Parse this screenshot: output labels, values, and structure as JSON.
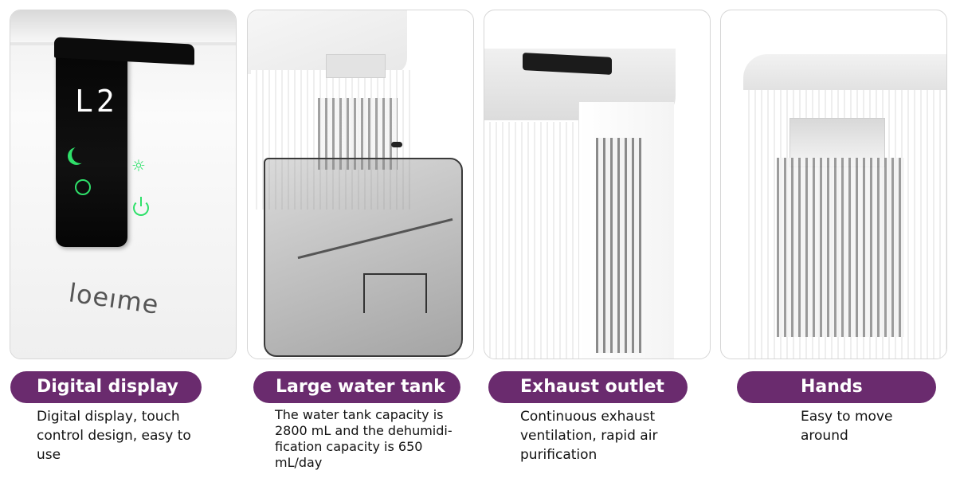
{
  "features": [
    {
      "title": "Digital display",
      "description_lines": [
        "Digital display, touch",
        "control design, easy to",
        "use"
      ],
      "image": {
        "display_readout": "L2",
        "brand_logo": "loeıme",
        "icons": [
          "moon-sleep-icon",
          "bulb-light-icon",
          "timer-clock-icon",
          "power-icon"
        ],
        "icon_color": "#2fe06a"
      }
    },
    {
      "title": "Large water tank",
      "description_lines": [
        "The water tank capacity is",
        "2800 mL and the dehumidi-",
        "fication capacity is 650",
        "mL/day"
      ],
      "image": {
        "subject": "transparent-water-tank"
      }
    },
    {
      "title": "Exhaust outlet",
      "description_lines": [
        "Continuous exhaust",
        "ventilation, rapid air",
        "purification"
      ],
      "image": {
        "subject": "side-exhaust-grille"
      }
    },
    {
      "title": "Hands",
      "description_lines": [
        "Easy to move",
        "around"
      ],
      "image": {
        "subject": "recessed-carry-handle"
      }
    }
  ],
  "colors": {
    "pill_background": "#6a2b6e",
    "pill_text": "#ffffff",
    "description_text": "#111111",
    "card_border": "#d6d6d6"
  }
}
